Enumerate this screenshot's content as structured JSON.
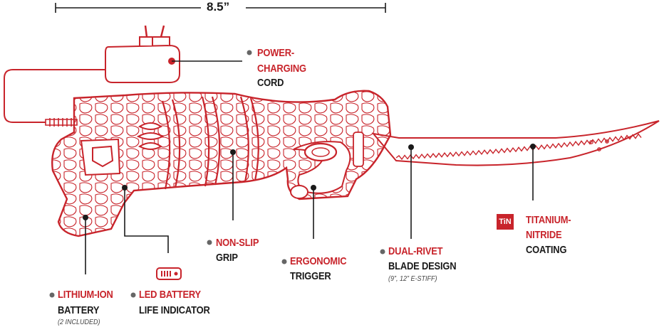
{
  "dimension": "8.5”",
  "colors": {
    "accent": "#c8242b",
    "text": "#1a1a1a"
  },
  "labels": {
    "power": {
      "line1": "POWER-",
      "line2": "CHARGING",
      "line3": "CORD"
    },
    "grip": {
      "line1": "NON-SLIP",
      "line2": "GRIP"
    },
    "trigger": {
      "line1": "ERGONOMIC",
      "line2": "TRIGGER"
    },
    "rivet": {
      "line1": "DUAL-RIVET",
      "line2": "BLADE DESIGN",
      "note": "(9”, 12” E-STIFF)"
    },
    "coating": {
      "badge": "TiN",
      "line1": "TITANIUM-",
      "line2": "NITRIDE",
      "line3": "COATING"
    },
    "battery": {
      "line1": "LITHIUM-ION",
      "line2": "BATTERY",
      "note": "(2 INCLUDED)"
    },
    "led": {
      "line1": "LED BATTERY",
      "line2": "LIFE INDICATOR"
    }
  }
}
